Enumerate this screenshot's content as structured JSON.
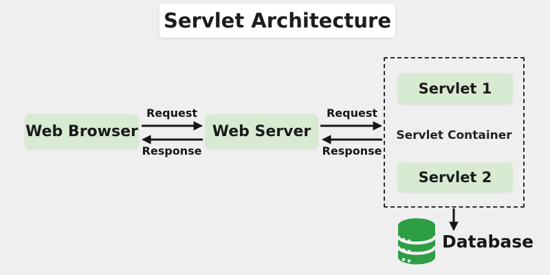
{
  "title": "Servlet Architecture",
  "nodes": {
    "web_browser": {
      "label": "Web Browser"
    },
    "web_server": {
      "label": "Web Server"
    },
    "servlet_container": {
      "label": "Servlet Container"
    },
    "servlet1": {
      "label": "Servlet 1"
    },
    "servlet2": {
      "label": "Servlet 2"
    },
    "database": {
      "label": "Database"
    }
  },
  "edges": {
    "browser_server_request": {
      "label": "Request",
      "direction": "right"
    },
    "browser_server_response": {
      "label": "Response",
      "direction": "left"
    },
    "server_container_request": {
      "label": "Request",
      "direction": "right"
    },
    "server_container_response": {
      "label": "Response",
      "direction": "left"
    },
    "container_database": {
      "direction": "down"
    }
  },
  "colors": {
    "background": "#efefef",
    "node_fill": "#d8ead2",
    "title_background": "#ffffff",
    "text": "#1b1b1b",
    "arrow": "#161616",
    "dashed_border": "#2a2a2a",
    "database_green": "#2e9e44"
  },
  "icons": {
    "database": "database-cylinder-icon"
  }
}
